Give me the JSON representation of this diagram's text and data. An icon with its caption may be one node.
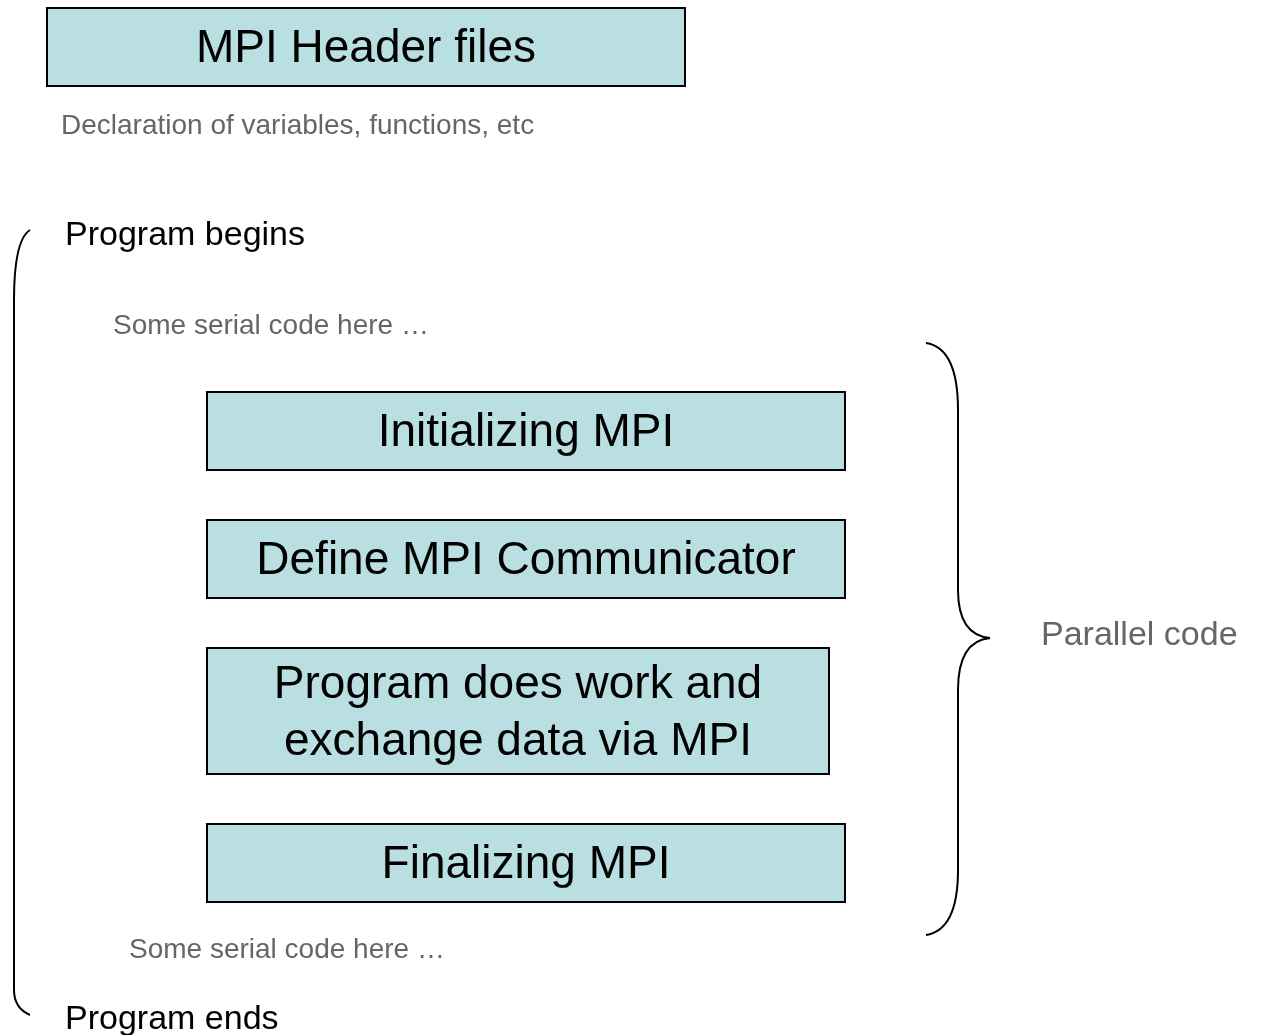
{
  "diagram": {
    "nodes": [
      {
        "text": [
          "MPI Header files"
        ],
        "beside": [
          "Declaration of variables, functions, etc"
        ]
      },
      {
        "text": [
          "Initializing MPI"
        ]
      },
      {
        "text": [
          "Define MPI Communicator"
        ]
      },
      {
        "text": [
          "Program does work and exchange data via MPI"
        ]
      },
      {
        "text": [
          "Finalizing MPI"
        ]
      }
    ],
    "edges": [],
    "labels": [
      "Program begins",
      "Some serial code here …",
      "Parallel code",
      "Some serial code here …",
      "Program ends"
    ]
  }
}
